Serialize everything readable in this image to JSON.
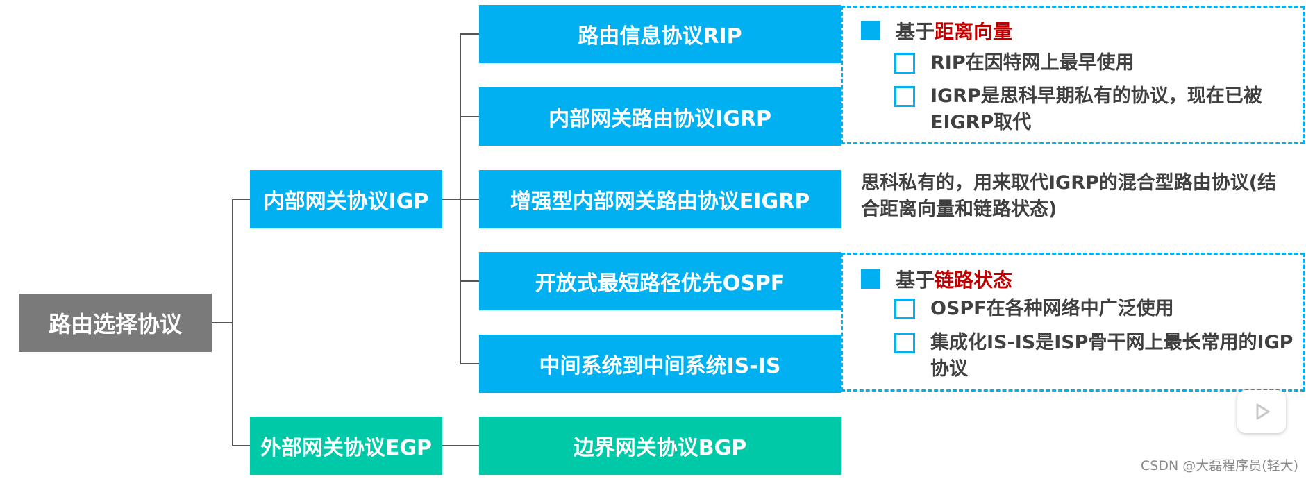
{
  "root": {
    "label": "路由选择协议"
  },
  "categories": {
    "igp": {
      "label": "内部网关协议IGP"
    },
    "egp": {
      "label": "外部网关协议EGP"
    }
  },
  "protocols": {
    "rip": "路由信息协议RIP",
    "igrp": "内部网关路由协议IGRP",
    "eigrp": "增强型内部网关路由协议EIGRP",
    "ospf": "开放式最短路径优先OSPF",
    "isis": "中间系统到中间系统IS-IS",
    "bgp": "边界网关协议BGP"
  },
  "notes": {
    "distance_vector": {
      "prefix": "基于",
      "highlight": "距离向量",
      "items": [
        "RIP在因特网上最早使用",
        "IGRP是思科早期私有的协议，现在已被EIGRP取代"
      ]
    },
    "eigrp_desc": "思科私有的，用来取代IGRP的混合型路由协议(结合距离向量和链路状态)",
    "link_state": {
      "prefix": "基于",
      "highlight": "链路状态",
      "items": [
        "OSPF在各种网络中广泛使用",
        "集成化IS-IS是ISP骨干网上最长常用的IGP协议"
      ]
    }
  },
  "watermark": "CSDN @大磊程序员(轻大)",
  "colors": {
    "root": "#7a7a7a",
    "igp_branch": "#00b0f0",
    "egp_branch": "#00c9a7",
    "highlight": "#c00000",
    "text": "#404040"
  },
  "icons": [
    "filled-square-bullet-icon",
    "empty-square-bullet-icon",
    "play-icon"
  ]
}
